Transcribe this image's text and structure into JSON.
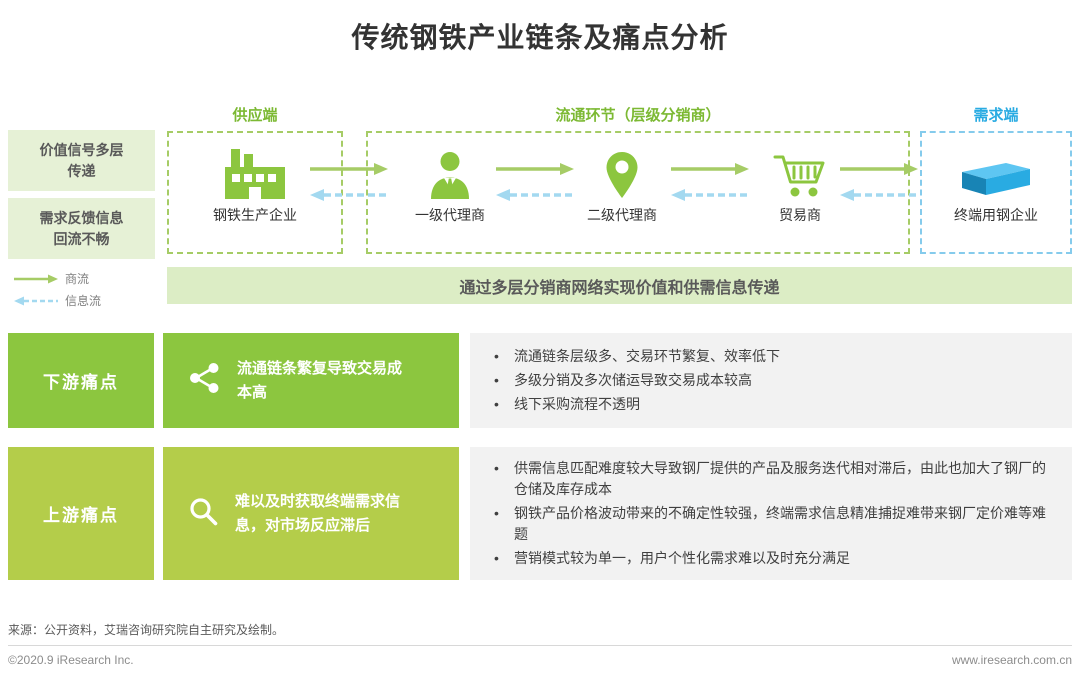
{
  "title": "传统钢铁产业链条及痛点分析",
  "colors": {
    "green": "#8CC63F",
    "yellow_green": "#B4CD4A",
    "light_green_bg": "#E6F1D6",
    "banner_bg": "#DCEDC5",
    "cyan": "#29ABE2",
    "gray_box": "#F2F2F2",
    "arrow_green": "#A6CC66",
    "arrow_blue": "#A3D9F0"
  },
  "chain": {
    "sections": [
      {
        "label": "供应端"
      },
      {
        "label": "流通环节（层级分销商）"
      },
      {
        "label": "需求端"
      }
    ],
    "side_notes": [
      "价值信号多层传递",
      "需求反馈信息回流不畅"
    ],
    "legend": [
      {
        "label": "商流",
        "style": "solid-green-arrow"
      },
      {
        "label": "信息流",
        "style": "dashed-blue-arrow"
      }
    ],
    "nodes": [
      {
        "label": "钢铁生产企业",
        "icon": "factory-icon"
      },
      {
        "label": "一级代理商",
        "icon": "agent-person-icon"
      },
      {
        "label": "二级代理商",
        "icon": "location-pin-icon"
      },
      {
        "label": "贸易商",
        "icon": "shopping-cart-icon"
      },
      {
        "label": "终端用钢企业",
        "icon": "steel-slab-icon"
      }
    ],
    "banner": "通过多层分销商网络实现价值和供需信息传递"
  },
  "pain_points": [
    {
      "side": "下游痛点",
      "icon": "share-icon",
      "summary": "流通链条繁复导致交易成本高",
      "bullets": [
        "流通链条层级多、交易环节繁复、效率低下",
        "多级分销及多次储运导致交易成本较高",
        "线下采购流程不透明"
      ]
    },
    {
      "side": "上游痛点",
      "icon": "magnifier-icon",
      "summary": "难以及时获取终端需求信息，对市场反应滞后",
      "bullets": [
        "供需信息匹配难度较大导致钢厂提供的产品及服务迭代相对滞后，由此也加大了钢厂的仓储及库存成本",
        "钢铁产品价格波动带来的不确定性较强，终端需求信息精准捕捉难带来钢厂定价难等难题",
        "营销模式较为单一，用户个性化需求难以及时充分满足"
      ]
    }
  ],
  "footer": {
    "source": "来源：公开资料，艾瑞咨询研究院自主研究及绘制。",
    "copyright": "©2020.9 iResearch Inc.",
    "website": "www.iresearch.com.cn"
  }
}
